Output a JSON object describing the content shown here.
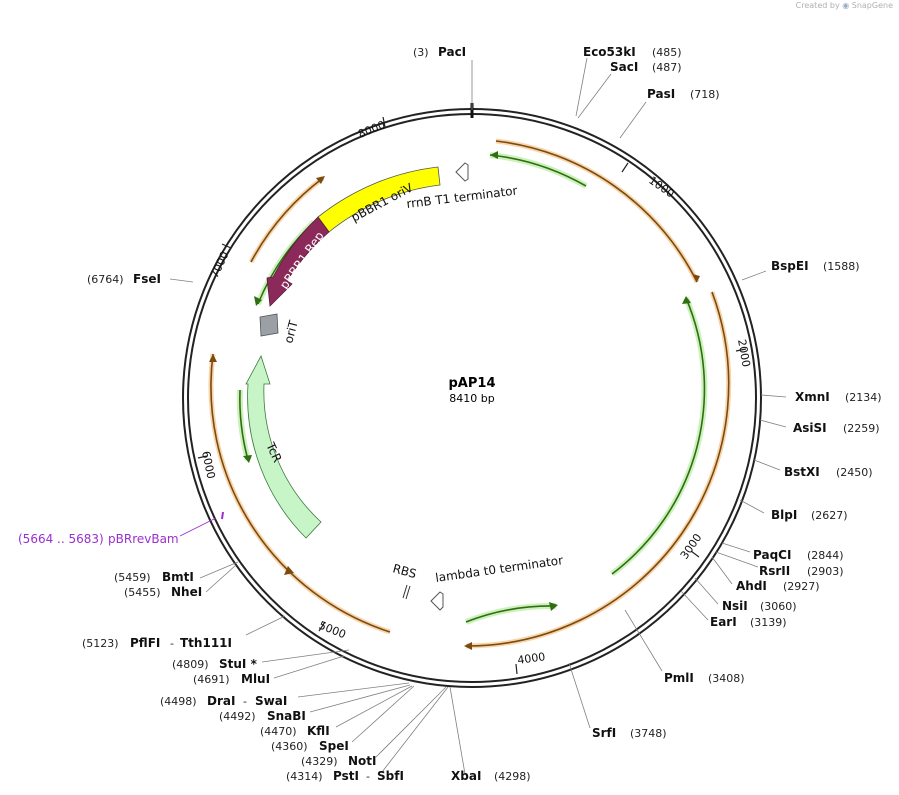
{
  "credit": {
    "prefix": "Created by",
    "brand": "SnapGene"
  },
  "plasmid": {
    "name": "pAP14",
    "length_label": "8410 bp"
  },
  "ticks": [
    "1000",
    "2000",
    "3000",
    "4000",
    "5000",
    "6000",
    "7000",
    "8000"
  ],
  "features": {
    "pbbr1_oriv": "pBBR1 oriV",
    "pbbr1_rep": "pBBR1 Rep",
    "orit": "oriT",
    "tcr": "TcR",
    "rrnb": "rrnB T1 terminator",
    "lambda_t0": "lambda t0 terminator",
    "rbs": "RBS"
  },
  "primer": {
    "range": "(5664 .. 5683)",
    "name": "pBRrevBam"
  },
  "sites_right": [
    {
      "pos": "(3)",
      "name": "PacI"
    },
    {
      "name": "Eco53kI",
      "pos": "(485)"
    },
    {
      "name": "SacI",
      "pos": "(487)"
    },
    {
      "name": "PasI",
      "pos": "(718)"
    },
    {
      "name": "BspEI",
      "pos": "(1588)"
    },
    {
      "name": "XmnI",
      "pos": "(2134)"
    },
    {
      "name": "AsiSI",
      "pos": "(2259)"
    },
    {
      "name": "BstXI",
      "pos": "(2450)"
    },
    {
      "name": "BlpI",
      "pos": "(2627)"
    },
    {
      "name": "PaqCI",
      "pos": "(2844)"
    },
    {
      "name": "RsrII",
      "pos": "(2903)"
    },
    {
      "name": "AhdI",
      "pos": "(2927)"
    },
    {
      "name": "NsiI",
      "pos": "(3060)"
    },
    {
      "name": "EarI",
      "pos": "(3139)"
    },
    {
      "name": "PmlI",
      "pos": "(3408)"
    },
    {
      "name": "SrfI",
      "pos": "(3748)"
    },
    {
      "name": "XbaI",
      "pos": "(4298)"
    }
  ],
  "sites_left": [
    {
      "pos": "(6764)",
      "name": "FseI"
    },
    {
      "pos": "(5459)",
      "name": "BmtI"
    },
    {
      "pos": "(5455)",
      "name": "NheI"
    },
    {
      "pos": "(5123)",
      "name": "PflFI",
      "sep": "-",
      "name2": "Tth111I"
    },
    {
      "pos": "(4809)",
      "name": "StuI *"
    },
    {
      "pos": "(4691)",
      "name": "MluI"
    },
    {
      "pos": "(4498)",
      "name": "DraI",
      "sep": "-",
      "name2": "SwaI"
    },
    {
      "pos": "(4492)",
      "name": "SnaBI"
    },
    {
      "pos": "(4470)",
      "name": "KflI"
    },
    {
      "pos": "(4360)",
      "name": "SpeI"
    },
    {
      "pos": "(4329)",
      "name": "NotI"
    },
    {
      "pos": "(4314)",
      "name": "PstI",
      "sep": "-",
      "name2": "SbfI"
    }
  ],
  "colors": {
    "backbone": "#222222",
    "orf": "#f0a040",
    "terminator": "#5aaa1e",
    "oriv": "#ffff00",
    "rep": "#8b2a5a",
    "tcr": "#c8f5c8",
    "orit": "#9aa0a6",
    "primer": "#9a2fcf"
  }
}
